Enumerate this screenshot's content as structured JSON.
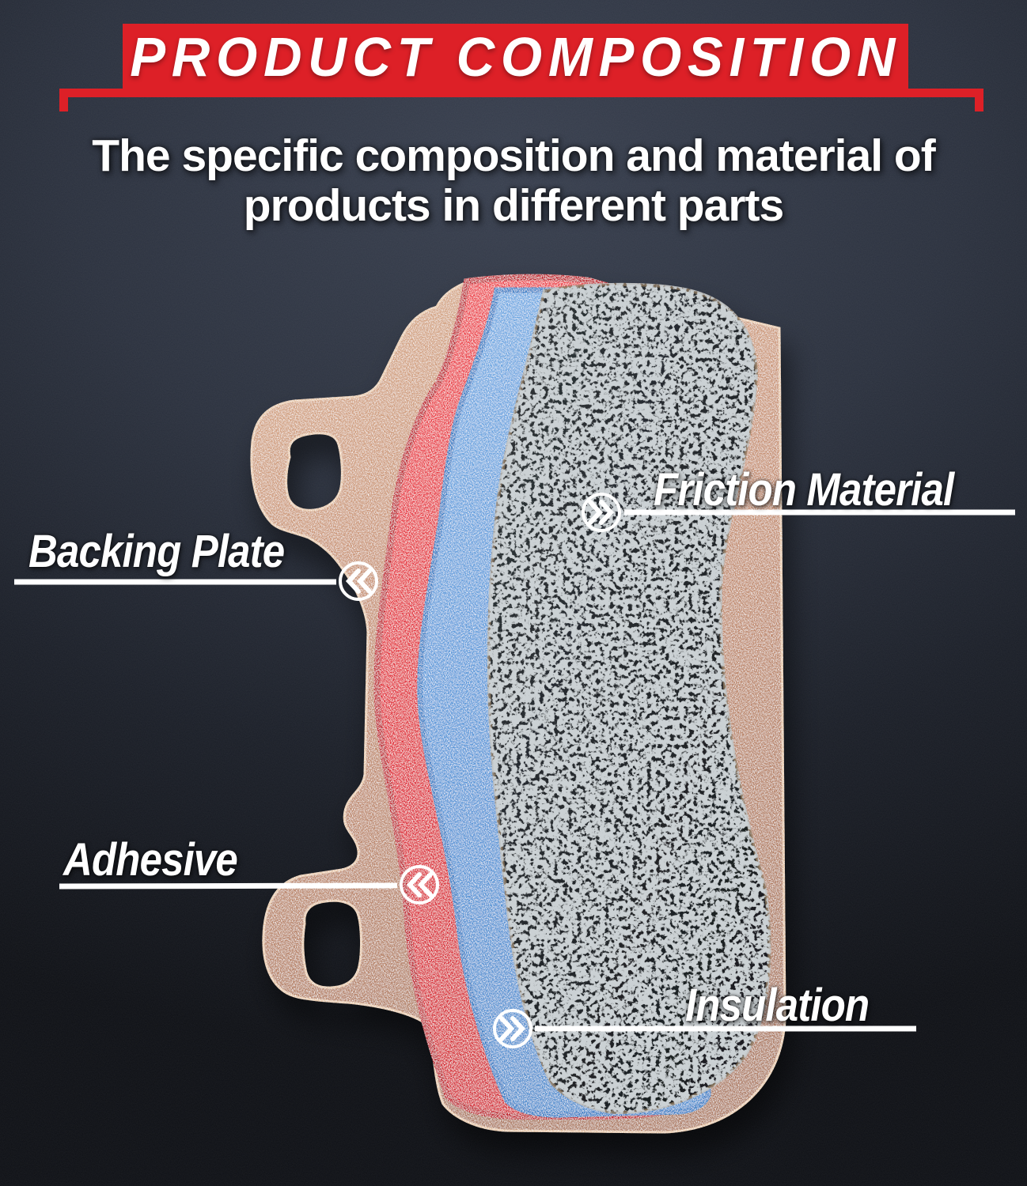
{
  "banner": {
    "title": "PRODUCT COMPOSITION"
  },
  "subtitle": {
    "line1": "The specific composition and material of",
    "line2": "products in different parts"
  },
  "callouts": [
    {
      "id": "friction",
      "label": "Friction Material",
      "icon": "chevrons-right-icon",
      "side": "right"
    },
    {
      "id": "backing",
      "label": "Backing Plate",
      "icon": "chevrons-left-icon",
      "side": "left"
    },
    {
      "id": "adhesive",
      "label": "Adhesive",
      "icon": "chevrons-left-icon",
      "side": "left"
    },
    {
      "id": "insulation",
      "label": "Insulation",
      "icon": "chevrons-right-icon",
      "side": "right"
    }
  ],
  "diagram": {
    "subject": "brake pad exploded layer view",
    "parts": [
      "Backing Plate",
      "Adhesive",
      "Insulation",
      "Friction Material"
    ],
    "colors": {
      "banner_red": "#dd2027",
      "backing_plate_copper": "#c68d6e",
      "adhesive_red": "#e22c36",
      "insulation_blue": "#5b9cdd",
      "friction_dark": "#24282b",
      "text_white": "#ffffff",
      "background_dark": "#1d212a"
    }
  }
}
